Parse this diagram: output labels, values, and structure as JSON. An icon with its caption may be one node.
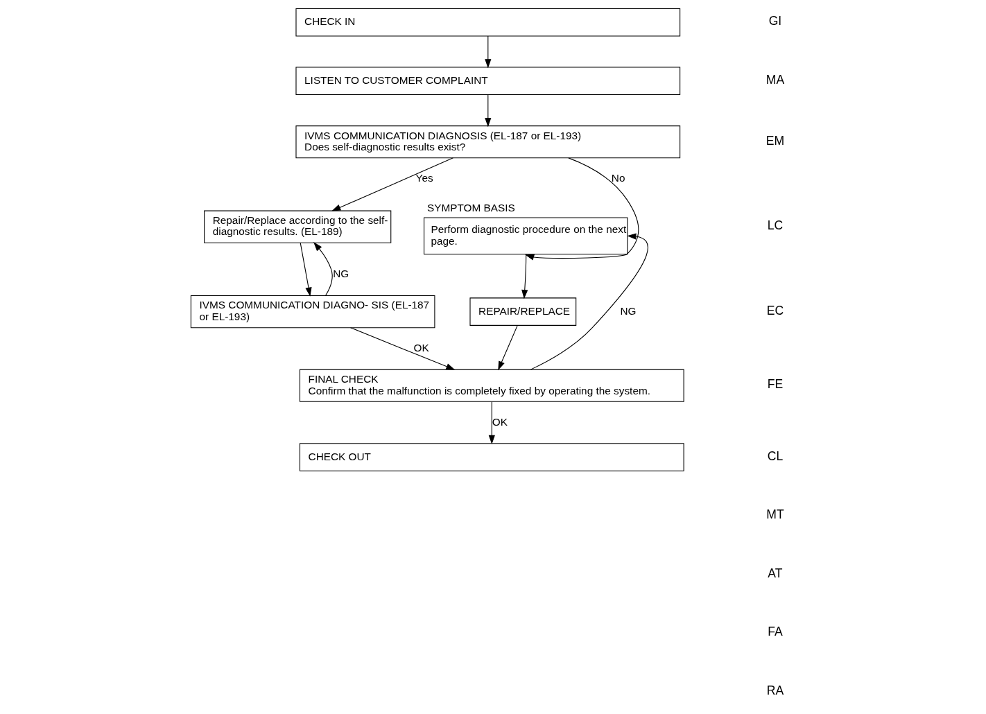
{
  "diagram": {
    "nodes": [
      {
        "text": [
          "CHECK IN"
        ]
      },
      {
        "text": [
          "LISTEN TO CUSTOMER COMPLAINT"
        ]
      },
      {
        "text": [
          "IVMS COMMUNICATION DIAGNOSIS (EL-187 or EL-193)",
          "Does self-diagnostic results exist?"
        ]
      },
      {
        "text": [
          "Repair/Replace according to the self- diagnostic results. (EL-189)"
        ]
      },
      {
        "text": [
          "Perform diagnostic procedure on the next page."
        ],
        "beside": [
          "SYMPTOM BASIS"
        ]
      },
      {
        "text": [
          "IVMS COMMUNICATION DIAGNO- SIS (EL-187 or EL-193)"
        ]
      },
      {
        "text": [
          "REPAIR/REPLACE"
        ]
      },
      {
        "text": [
          "FINAL CHECK",
          "Confirm that the malfunction is completely fixed by operating the system."
        ]
      },
      {
        "text": [
          "CHECK OUT"
        ]
      }
    ],
    "edges": [
      {
        "from": 0,
        "to": 1,
        "arrow": "to"
      },
      {
        "from": 1,
        "to": 2,
        "arrow": "to"
      },
      {
        "from": 2,
        "to": 3,
        "arrow": "to",
        "label": "Yes"
      },
      {
        "from": 2,
        "to": 4,
        "arrow": "to",
        "label": "No"
      },
      {
        "from": 3,
        "to": 5,
        "arrow": "to"
      },
      {
        "from": 5,
        "to": 3,
        "arrow": "to",
        "label": "NG"
      },
      {
        "from": 4,
        "to": 6,
        "arrow": "to"
      },
      {
        "from": 5,
        "to": 7,
        "arrow": "to",
        "label": "OK"
      },
      {
        "from": 6,
        "to": 7,
        "arrow": "to"
      },
      {
        "from": 7,
        "to": 4,
        "arrow": "to",
        "label": "NG"
      },
      {
        "from": 7,
        "to": 8,
        "arrow": "to",
        "label": "OK"
      }
    ],
    "labels": [
      "GI",
      "MA",
      "EM",
      "LC",
      "EC",
      "FE",
      "CL",
      "MT",
      "AT",
      "FA",
      "RA"
    ]
  }
}
